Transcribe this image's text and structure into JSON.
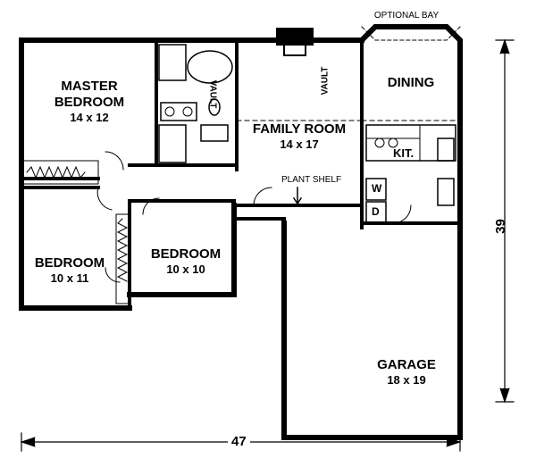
{
  "rooms": {
    "master_bedroom": {
      "name": "MASTER BEDROOM",
      "line1": "MASTER",
      "line2": "BEDROOM",
      "size": "14 x 12"
    },
    "family_room": {
      "name": "FAMILY ROOM",
      "size": "14 x 17"
    },
    "dining": {
      "name": "DINING"
    },
    "kitchen": {
      "name": "KIT."
    },
    "bedroom_left": {
      "name": "BEDROOM",
      "size": "10 x 11"
    },
    "bedroom_middle": {
      "name": "BEDROOM",
      "size": "10 x 10"
    },
    "garage": {
      "name": "GARAGE",
      "size": "18 x 19"
    }
  },
  "annotations": {
    "optional_bay": "OPTIONAL BAY",
    "vault_bath": "VAULT",
    "vault_family": "VAULT",
    "plant_shelf": "PLANT SHELF",
    "washer": "W",
    "dryer": "D"
  },
  "dimensions": {
    "depth": "39",
    "width": "47"
  }
}
